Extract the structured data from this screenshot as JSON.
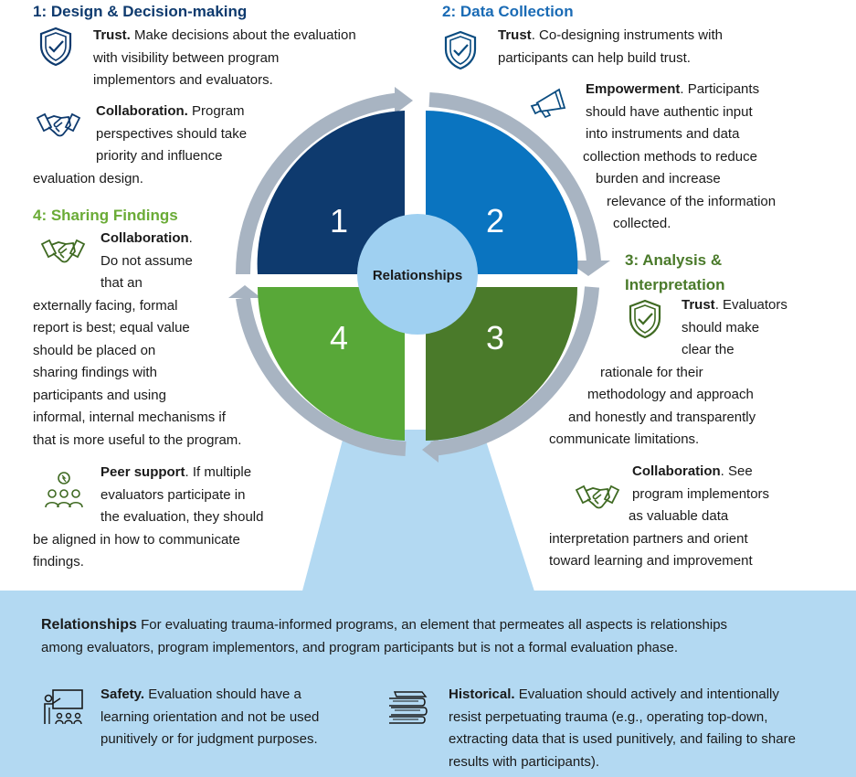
{
  "sections": {
    "design": {
      "heading": "1: Design & Decision-making",
      "items": [
        {
          "label": "Trust.",
          "lines": [
            " Make decisions about the evaluation",
            "with visibility between program",
            "implementors and evaluators."
          ]
        },
        {
          "label": "Collaboration.",
          "lines": [
            " Program",
            "perspectives should take",
            "priority and influence",
            "evaluation design."
          ]
        }
      ]
    },
    "data_collection": {
      "heading": "2: Data Collection",
      "items": [
        {
          "label": "Trust",
          "lines": [
            ". Co-designing instruments with",
            "participants can help build trust."
          ]
        },
        {
          "label": "Empowerment",
          "lines": [
            ". Participants",
            "should have authentic input",
            "into instruments and data",
            "collection methods to reduce",
            "burden and increase",
            "relevance of the information",
            "collected."
          ]
        }
      ]
    },
    "analysis": {
      "heading_line1": "3: Analysis &",
      "heading_line2": "Interpretation",
      "items": [
        {
          "label": "Trust",
          "lines": [
            ". Evaluators",
            "should make",
            "clear the",
            "rationale for their",
            "methodology and approach",
            "and honestly and transparently",
            "communicate limitations."
          ]
        },
        {
          "label": "Collaboration",
          "lines": [
            ". See",
            "program implementors",
            "as valuable data",
            "interpretation partners and orient",
            "toward learning and improvement"
          ]
        }
      ]
    },
    "sharing": {
      "heading": "4: Sharing Findings",
      "items": [
        {
          "label": "Collaboration",
          "lines": [
            ".",
            "Do not assume",
            "that an",
            "externally facing, formal",
            "report is best; equal value",
            "should be placed on",
            "sharing findings with",
            "participants and using",
            "informal, internal mechanisms if",
            "that is more useful to the program."
          ]
        },
        {
          "label": "Peer support",
          "lines": [
            ". If multiple",
            "evaluators participate in",
            "the evaluation, they should",
            "be aligned in how to communicate",
            "findings."
          ]
        }
      ]
    }
  },
  "diagram": {
    "center_label": "Relationships",
    "quadrants": [
      "1",
      "2",
      "3",
      "4"
    ],
    "colors": {
      "q1": "#0e3a6e",
      "q2": "#0a74c0",
      "q3": "#4a7a2a",
      "q4": "#58a838",
      "center": "#9fd0f1",
      "arrow": "#a8b4c2",
      "beam": "#b3d9f2"
    }
  },
  "relationships": {
    "label": "Relationships",
    "text_line1": " For evaluating trauma-informed programs, an element that permeates all aspects is relationships",
    "text_line2": "among evaluators, program implementors, and program participants but is not a formal evaluation phase.",
    "safety": {
      "label": "Safety.",
      "lines": [
        " Evaluation should have a",
        "learning orientation and not be used",
        "punitively or for judgment purposes."
      ]
    },
    "historical": {
      "label": "Historical.",
      "lines": [
        " Evaluation should actively and intentionally",
        "resist perpetuating trauma (e.g., operating top-down,",
        "extracting data that is used punitively, and failing to share",
        "results with participants)."
      ]
    }
  }
}
